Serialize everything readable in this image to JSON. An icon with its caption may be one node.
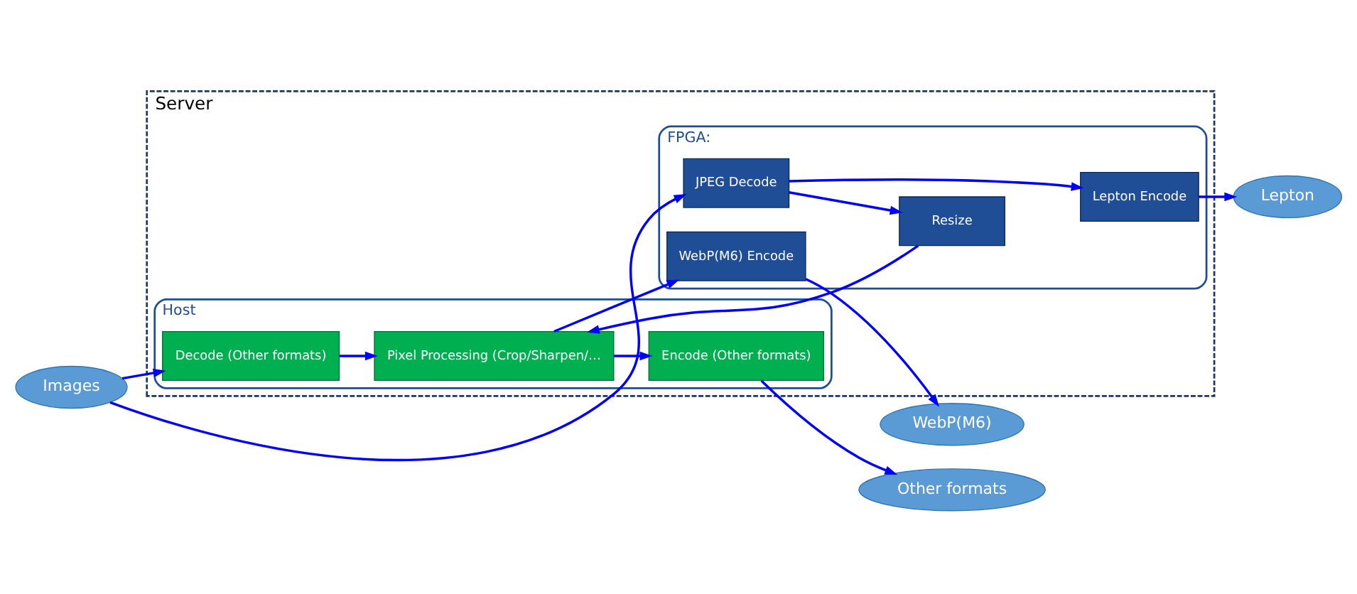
{
  "diagram": {
    "nodes": [
      {
        "text": [
          "Server"
        ]
      },
      {
        "text": [
          "FPGA:"
        ],
        "in": 0
      },
      {
        "text": [
          "JPEG Decode"
        ],
        "in": 1
      },
      {
        "text": [
          "Resize"
        ],
        "in": 1
      },
      {
        "text": [
          "Lepton Encode"
        ],
        "in": 1
      },
      {
        "text": [
          "WebP(M6) Encode"
        ],
        "in": 1
      },
      {
        "text": [
          "Host"
        ],
        "in": 0
      },
      {
        "text": [
          "Decode (Other formats)"
        ],
        "in": 6
      },
      {
        "text": [
          "Pixel Processing (Crop/Sharpen/…"
        ],
        "in": 6
      },
      {
        "text": [
          "Encode (Other formats)"
        ],
        "in": 6
      },
      {
        "text": [
          "Images"
        ]
      },
      {
        "text": [
          "Lepton"
        ]
      },
      {
        "text": [
          "WebP(M6)"
        ]
      },
      {
        "text": [
          "Other formats"
        ]
      }
    ],
    "edges": [
      {
        "from": 10,
        "to": 2,
        "arrow": "to"
      },
      {
        "from": 10,
        "to": 7,
        "arrow": "to"
      },
      {
        "from": 2,
        "to": 4,
        "arrow": "to"
      },
      {
        "from": 2,
        "to": 3,
        "arrow": "to"
      },
      {
        "from": 3,
        "to": 8,
        "arrow": "to"
      },
      {
        "from": 7,
        "to": 8,
        "arrow": "to"
      },
      {
        "from": 8,
        "to": 9,
        "arrow": "to"
      },
      {
        "from": 8,
        "to": 5,
        "arrow": "to"
      },
      {
        "from": 4,
        "to": 11,
        "arrow": "to"
      },
      {
        "from": 5,
        "to": 12,
        "arrow": "to"
      },
      {
        "from": 9,
        "to": 13,
        "arrow": "to"
      }
    ]
  }
}
